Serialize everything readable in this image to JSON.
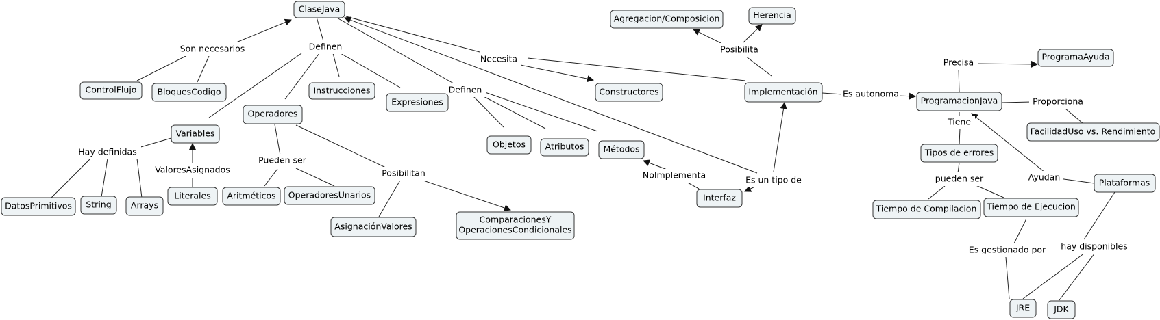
{
  "concepts": {
    "clasejava": "ClaseJava",
    "agregacion": "Agregacion/Composicion",
    "herencia": "Herencia",
    "programaayuda": "ProgramaAyuda",
    "controlflujo": "ControlFlujo",
    "bloquescodigo": "BloquesCodigo",
    "instrucciones": "Instrucciones",
    "expresiones": "Expresiones",
    "constructores": "Constructores",
    "implementacion": "Implementación",
    "programacionjava": "ProgramacionJava",
    "variables": "Variables",
    "operadores": "Operadores",
    "facilidad": "FacilidadUso vs. Rendimiento",
    "objetos": "Objetos",
    "atributos": "Atributos",
    "metodos": "Métodos",
    "tiposerrores": "Tipos de errores",
    "plataformas": "Plataformas",
    "datosprimitivos": "DatosPrimitivos",
    "string": "String",
    "arrays": "Arrays",
    "literales": "Literales",
    "aritmeticos": "Aritméticos",
    "operadoresunarios": "OperadoresUnarios",
    "interfaz": "Interfaz",
    "tiempocompilacion": "Tiempo de Compilacion",
    "tiempoejecucion": "Tiempo de Ejecucion",
    "asignacionvalores": "AsignaciónValores",
    "comparaciones_1": "ComparacionesY",
    "comparaciones_2": "OperacionesCondicionales",
    "jre": "JRE",
    "jdk": "JDK"
  },
  "links": {
    "son_necesarios": "Son necesarios",
    "definen_1": "Definen",
    "necesita": "Necesita",
    "posibilita": "Posibilita",
    "precisa": "Precisa",
    "definen_2": "Definen",
    "es_autonoma": "Es autonoma",
    "proporciona": "Proporciona",
    "tiene": "Tiene",
    "hay_definidas": "Hay definidas",
    "valores_asignados": "ValoresAsignados",
    "pueden_ser_1": "Pueden ser",
    "posibilitan": "Posibilitan",
    "noimplementa": "NoImplementa",
    "es_un_tipo_de": "Es un tipo de",
    "pueden_ser_2": "pueden ser",
    "ayudan": "Ayudan",
    "es_gestionado_por": "Es gestionado por",
    "hay_disponibles": "hay disponibles"
  },
  "colors": {
    "node_fill": "#eef3f5",
    "node_stroke": "#333333",
    "edge": "#222222"
  }
}
